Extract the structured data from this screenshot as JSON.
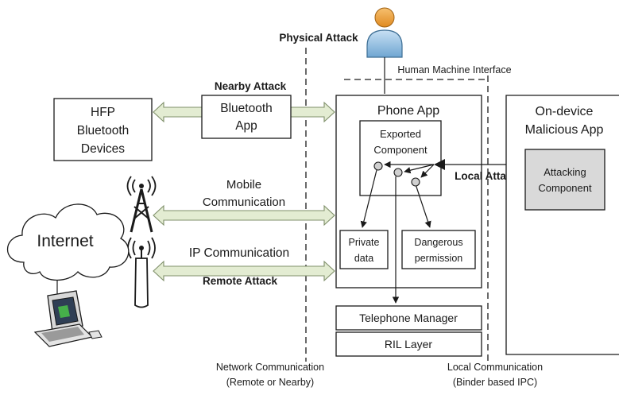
{
  "labels": {
    "physical_attack": "Physical Attack",
    "hmi": "Human Machine Interface",
    "nearby_attack": "Nearby Attack",
    "hfp_line1": "HFP",
    "hfp_line2": "Bluetooth",
    "hfp_line3": "Devices",
    "bt_app_line1": "Bluetooth",
    "bt_app_line2": "App",
    "phone_app": "Phone App",
    "exported_line1": "Exported",
    "exported_line2": "Component",
    "on_device_line1": "On-device",
    "on_device_line2": "Malicious App",
    "attacking_line1": "Attacking",
    "attacking_line2": "Component",
    "local_attack": "Local Attack",
    "mobile_line1": "Mobile",
    "mobile_line2": "Communication",
    "internet": "Internet",
    "ip_comm": "IP Communication",
    "remote_attack": "Remote Attack",
    "private_line1": "Private",
    "private_line2": "data",
    "dangerous_line1": "Dangerous",
    "dangerous_line2": "permission",
    "telephone_manager": "Telephone Manager",
    "ril_layer": "RIL Layer",
    "network_comm_line1": "Network Communication",
    "network_comm_line2": "(Remote or Nearby)",
    "local_comm_line1": "Local Communication",
    "local_comm_line2": "(Binder based IPC)"
  },
  "colors": {
    "line": "#1a1a1a",
    "arrow_fill": "#e3ecd2",
    "arrow_stroke": "#7f8f6a",
    "attacking_fill": "#d9d9d9",
    "dot_fill": "#d0d0d0",
    "person_skin": "#f0a040",
    "person_body": "#9ec6e6"
  },
  "icons": [
    "person-icon",
    "cloud-icon",
    "cell-tower-icon",
    "antenna-icon",
    "computer-icon"
  ]
}
